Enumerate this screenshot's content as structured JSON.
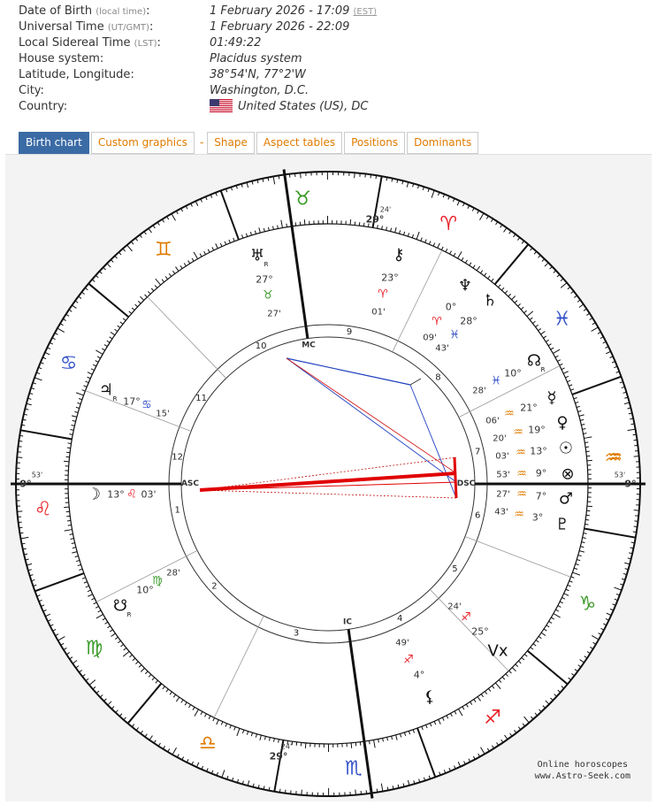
{
  "info": {
    "rows": [
      {
        "label": "Date of Birth",
        "label_note": "(local time)",
        "value": "1 February 2026 - 17:09",
        "value_note": "(EST)"
      },
      {
        "label": "Universal Time",
        "label_note": "(UT/GMT)",
        "value": "1 February 2026 - 22:09",
        "value_note": ""
      },
      {
        "label": "Local Sidereal Time",
        "label_note": "(LST)",
        "value": "01:49:22",
        "value_note": ""
      },
      {
        "label": "House system",
        "label_note": "",
        "value": "Placidus system",
        "value_note": ""
      },
      {
        "label": "Latitude, Longitude",
        "label_note": "",
        "value": "38°54'N, 77°2'W",
        "value_note": ""
      },
      {
        "label": "City",
        "label_note": "",
        "value": "Washington, D.C.",
        "value_note": ""
      },
      {
        "label": "Country",
        "label_note": "",
        "value": "United States (US), DC",
        "value_note": ""
      }
    ],
    "colon": ":"
  },
  "tabs": [
    {
      "label": "Birth chart",
      "active": true
    },
    {
      "label": "Custom graphics",
      "active": false
    },
    {
      "label": "Shape",
      "active": false
    },
    {
      "label": "Aspect tables",
      "active": false
    },
    {
      "label": "Positions",
      "active": false
    },
    {
      "label": "Dominants",
      "active": false
    }
  ],
  "tab_separator": "-",
  "chart": {
    "signs": [
      "♈",
      "♉",
      "♊",
      "♋",
      "♌",
      "♍",
      "♎",
      "♏",
      "♐",
      "♑",
      "♒",
      "♓"
    ],
    "sign_colors": {
      "fire": "#e8232a",
      "earth": "#3a9a28",
      "air": "#e07b00",
      "water": "#3050c8"
    },
    "angles": {
      "asc": {
        "label": "ASC",
        "deg": "9°",
        "min": "53'"
      },
      "dsc": {
        "label": "DSC",
        "deg": "9°",
        "min": "53'"
      },
      "mc": {
        "label": "MC",
        "deg": "29°",
        "min": "24'"
      },
      "ic": {
        "label": "IC",
        "deg": "29°",
        "min": "24'"
      }
    },
    "houses": [
      "1",
      "2",
      "3",
      "4",
      "5",
      "6",
      "7",
      "8",
      "9",
      "10",
      "11",
      "12"
    ],
    "planets": [
      {
        "name": "Sun",
        "glyph": "☉",
        "deg": "13°",
        "sign": "♒",
        "min": "03'"
      },
      {
        "name": "Moon",
        "glyph": "☽",
        "deg": "13°",
        "sign": "♌",
        "min": "03'"
      },
      {
        "name": "Mercury",
        "glyph": "☿",
        "deg": "21°",
        "sign": "♒",
        "min": "06'"
      },
      {
        "name": "Venus",
        "glyph": "♀",
        "deg": "19°",
        "sign": "♒",
        "min": "20'"
      },
      {
        "name": "Mars",
        "glyph": "♂",
        "deg": "7°",
        "sign": "♒",
        "min": "27'"
      },
      {
        "name": "Jupiter",
        "glyph": "♃",
        "deg": "17°",
        "sign": "♋",
        "min": "15'",
        "retro": "R"
      },
      {
        "name": "Saturn",
        "glyph": "♄",
        "deg": "28°",
        "sign": "♓",
        "min": "43'"
      },
      {
        "name": "Uranus",
        "glyph": "♅",
        "deg": "27°",
        "sign": "♉",
        "min": "27'",
        "retro": "R"
      },
      {
        "name": "Neptune",
        "glyph": "♆",
        "deg": "0°",
        "sign": "♈",
        "min": "09'"
      },
      {
        "name": "Pluto",
        "glyph": "♇",
        "deg": "3°",
        "sign": "♒",
        "min": "43'"
      },
      {
        "name": "Node",
        "glyph": "☊",
        "deg": "10°",
        "sign": "♓",
        "min": "28'",
        "retro": "R"
      },
      {
        "name": "South Node",
        "glyph": "☋",
        "deg": "10°",
        "sign": "♍",
        "min": "28'",
        "retro": "R"
      },
      {
        "name": "Chiron",
        "glyph": "⚷",
        "deg": "23°",
        "sign": "♈",
        "min": "01'"
      },
      {
        "name": "Lilith",
        "glyph": "⚸",
        "deg": "4°",
        "sign": "♐",
        "min": "49'"
      },
      {
        "name": "Fortune",
        "glyph": "⊗",
        "deg": "9°",
        "sign": "♒",
        "min": "53'"
      },
      {
        "name": "Vertex",
        "glyph": "Vx",
        "deg": "25°",
        "sign": "♐",
        "min": "24'"
      }
    ]
  },
  "credit": {
    "line1": "Online horoscopes",
    "line2": "www.Astro-Seek.com"
  }
}
